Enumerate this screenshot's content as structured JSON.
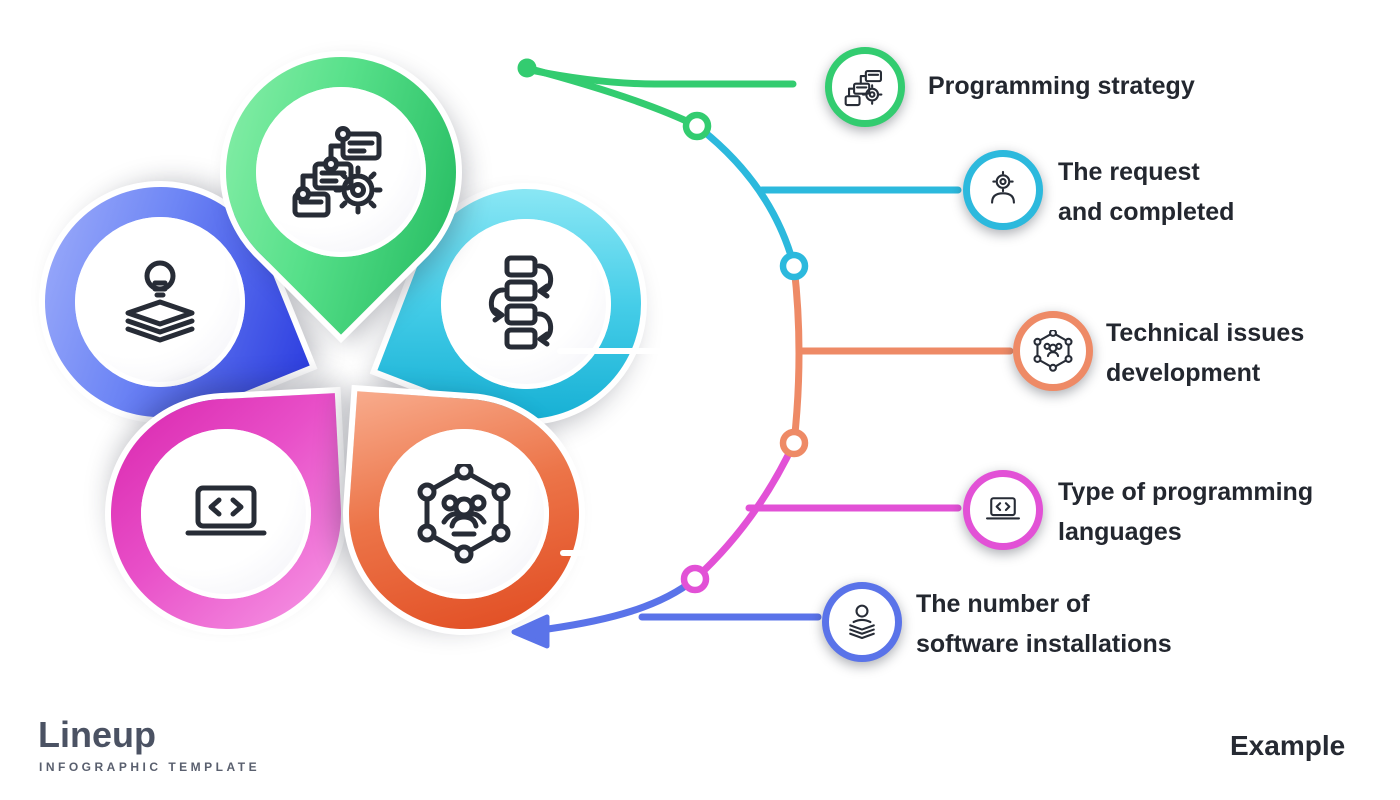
{
  "rows": [
    {
      "label_line1": "Programming strategy",
      "label_line2": "",
      "color": "#33cc70",
      "icon": "workflow-gear-icon"
    },
    {
      "label_line1": "The request",
      "label_line2": "and completed",
      "color": "#2cb9dd",
      "icon": "person-gear-icon"
    },
    {
      "label_line1": "Technical issues",
      "label_line2": "development",
      "color": "#ee8a66",
      "icon": "network-team-icon"
    },
    {
      "label_line1": "Type of programming",
      "label_line2": "languages",
      "color": "#e251d6",
      "icon": "laptop-code-icon"
    },
    {
      "label_line1": "The number of",
      "label_line2": "software installations",
      "color": "#5a73e9",
      "icon": "person-layers-icon"
    }
  ],
  "petals": [
    {
      "name": "workflow petal",
      "color_start": "#8df0ac",
      "color_end": "#1fb75c",
      "icon": "workflow-gear-icon"
    },
    {
      "name": "idea layers petal",
      "color_start": "#a4b2fb",
      "color_end": "#2e3fe0",
      "icon": "idea-layers-icon"
    },
    {
      "name": "process sequence petal",
      "color_start": "#9deef8",
      "color_end": "#0aa8cf",
      "icon": "sequence-icon"
    },
    {
      "name": "code laptop petal",
      "color_start": "#f79ae6",
      "color_end": "#d926ae",
      "icon": "laptop-code-icon"
    },
    {
      "name": "network team petal",
      "color_start": "#f8ab8c",
      "color_end": "#e0491f",
      "icon": "network-team-icon"
    }
  ],
  "footer": {
    "brand": "Lineup",
    "tagline": "INFOGRAPHIC TEMPLATE",
    "note": "Example"
  },
  "colors": {
    "text": "#23272f",
    "brand_text": "#4b5263",
    "green": "#33cc70",
    "cyan": "#2cb9dd",
    "orange": "#ee8a66",
    "magenta": "#e251d6",
    "blue": "#5a73e9"
  }
}
